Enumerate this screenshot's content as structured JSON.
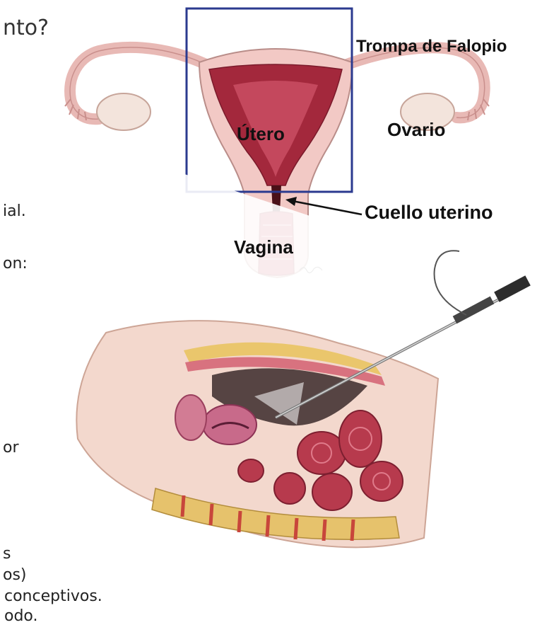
{
  "left_text": {
    "title_fragment": "nto?",
    "line1": "ial.",
    "line2": "on:",
    "line3": "or",
    "line4": "s",
    "line5": "os)",
    "line6": "conceptivos.",
    "line7": "odo."
  },
  "labels": {
    "fallopian_tube": "Trompa de Falopio",
    "uterus": "Útero",
    "ovary": "Ovario",
    "cervix": "Cuello uterino",
    "vagina": "Vagina"
  },
  "colors": {
    "box_stroke": "#2b3a8f",
    "tissue_pink": "#f2c9c5",
    "tissue_dark": "#a3283c",
    "tissue_mid": "#d2556b"
  }
}
